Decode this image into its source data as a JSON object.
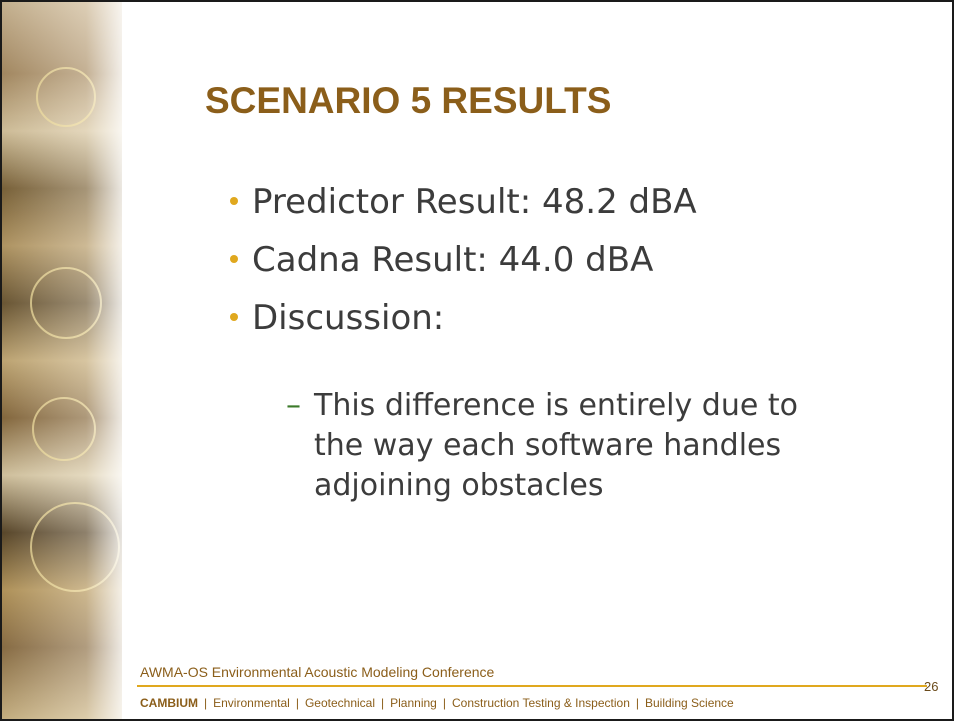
{
  "slide": {
    "title": "SCENARIO 5 RESULTS",
    "bullets": [
      {
        "text": "Predictor Result: 48.2 dBA"
      },
      {
        "text": "Cadna Result: 44.0 dBA"
      },
      {
        "text": "Discussion:"
      }
    ],
    "sub_bullet": {
      "lines": [
        "This difference is entirely due to",
        "the way each software handles",
        "adjoining obstacles"
      ]
    },
    "bullet_color": "#e0a81e",
    "title_color": "#8b5e1a"
  },
  "footer": {
    "conference": "AWMA-OS Environmental Acoustic Modeling Conference",
    "brand": "CAMBIUM",
    "items": [
      "Environmental",
      "Geotechnical",
      "Planning",
      "Construction Testing & Inspection",
      "Building Science"
    ],
    "separator": "|",
    "page_number": "26"
  }
}
